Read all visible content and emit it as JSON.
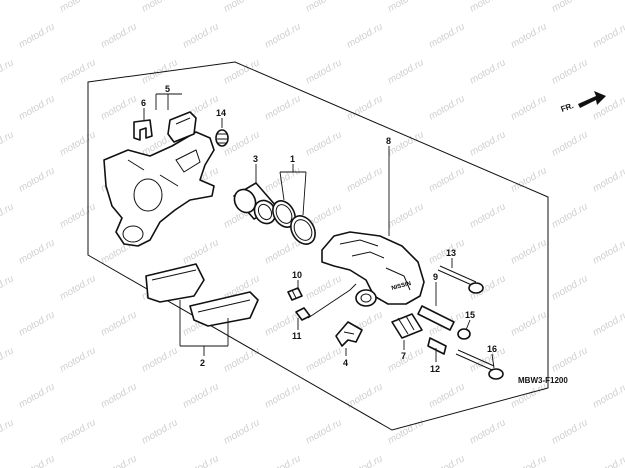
{
  "watermark": "motod.ru",
  "diagram_code": "MBW3-F1200",
  "direction_label": "FR.",
  "callouts": {
    "c1": "1",
    "c2": "2",
    "c3": "3",
    "c4": "4",
    "c5": "5",
    "c6": "6",
    "c7": "7",
    "c8": "8",
    "c9": "9",
    "c10": "10",
    "c11": "11",
    "c12": "12",
    "c13": "13",
    "c14": "14",
    "c15": "15",
    "c16": "16"
  },
  "caliper_brand": "NISSIN",
  "colors": {
    "line": "#111111",
    "watermark": "#d0d0d0",
    "background": "#ffffff"
  }
}
